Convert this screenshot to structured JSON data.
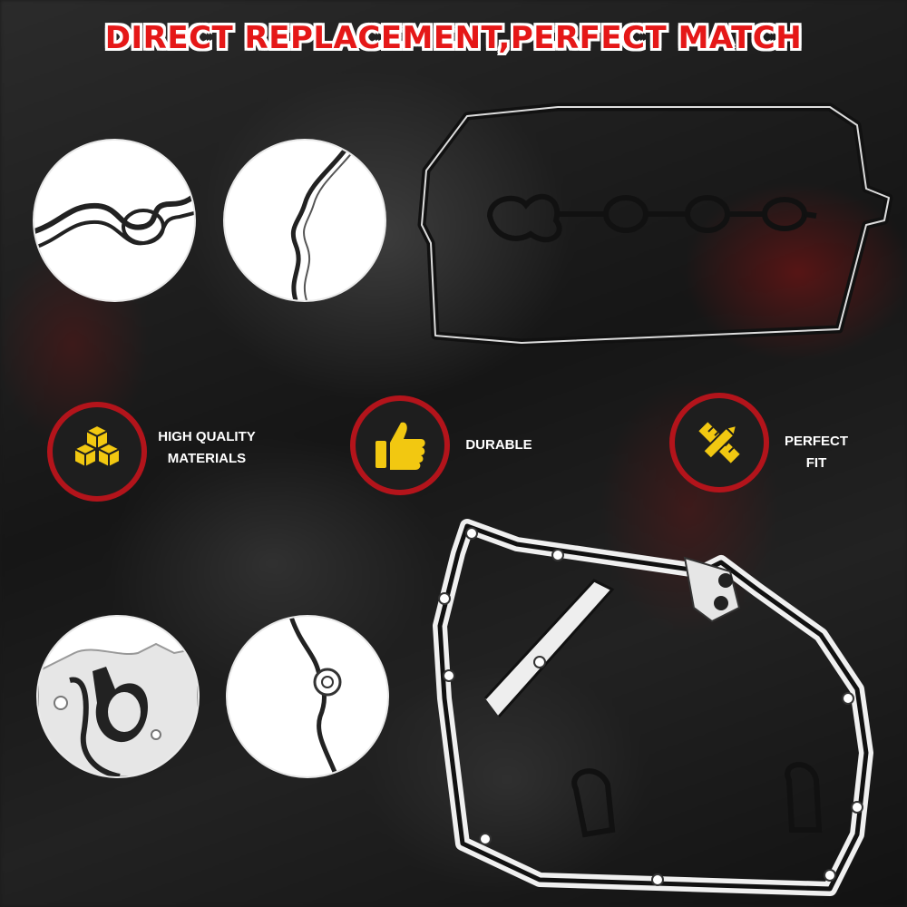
{
  "headline": "DIRECT REPLACEMENT,PERFECT MATCH",
  "features": [
    {
      "line1": "HIGH QUALITY",
      "line2": "MATERIALS",
      "icon": "cubes-icon"
    },
    {
      "line1": "DURABLE",
      "line2": "",
      "icon": "thumbs-up-icon"
    },
    {
      "line1": "PERFECT",
      "line2": "FIT",
      "icon": "ruler-pencil-icon"
    }
  ],
  "colors": {
    "accent_red": "#e51818",
    "badge_ring": "#b3141b",
    "icon_yellow": "#f2c811"
  }
}
